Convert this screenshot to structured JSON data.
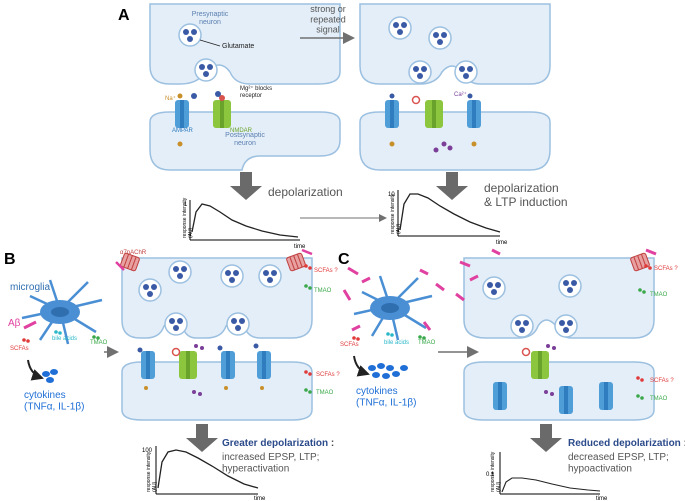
{
  "panel_a": {
    "letter": "A",
    "presynaptic": "Presynaptic\nneuron",
    "postsynaptic": "Postsynaptic\nneuron",
    "glutamate": "Glutamate",
    "na": "Na⁺",
    "mg_block": "Mg²⁺ blocks\nreceptor",
    "ampar": "AMPAR",
    "nmdar": "NMDAR",
    "ca": "Ca²⁺",
    "signal": "strong or\nrepeated\nsignal",
    "depolarization": "depolarization",
    "depol_ltp": "depolarization\n& LTP induction",
    "graph1_ytick": "1",
    "graph2_ytick": "10"
  },
  "panel_b": {
    "letter": "B",
    "microglia": "microglia",
    "abeta": "Aβ",
    "scfas": "SCFAs",
    "bile_acids": "bile acids",
    "tmao": "TMAO",
    "cytokines": "cytokines\n(TNFα, IL-1β)",
    "a7nachr": "α7nAChR",
    "scfas_q": "SCFAs ?",
    "greater_title": "Greater depolarization",
    "greater_sub": "increased EPSP, LTP;\nhyperactivation",
    "graph_ytick": "100"
  },
  "panel_c": {
    "letter": "C",
    "scfas": "SCFAs",
    "bile_acids": "bile acids",
    "tmao": "TMAO",
    "cytokines": "cytokines\n(TNFα, IL-1β)",
    "scfas_q": "SCFAs ?",
    "reduced_title": "Reduced depolarization",
    "reduced_sub": "decreased EPSP, LTP;\nhypoactivation",
    "graph_ytick": "0.1"
  },
  "graph": {
    "ylabel": "response intensity\n(AU)",
    "xlabel": "time",
    "colon": " :"
  },
  "colors": {
    "neuron_fill": "#e4eef8",
    "neuron_stroke": "#9cc0e0",
    "vesicle": "#3b5aa6",
    "ampar": "#4f9ed8",
    "nmdar": "#8cc63f",
    "receptor_red": "#d9534f",
    "sodium": "#c8902a",
    "calcium": "#7b3f99",
    "microglia": "#4a8fd4",
    "cytokine": "#1f6fd6",
    "abeta": "#e040a0",
    "tmao": "#3aa84a",
    "scfa": "#e03a3a",
    "bile": "#2ab8c8",
    "arrow_gray": "#707070"
  }
}
